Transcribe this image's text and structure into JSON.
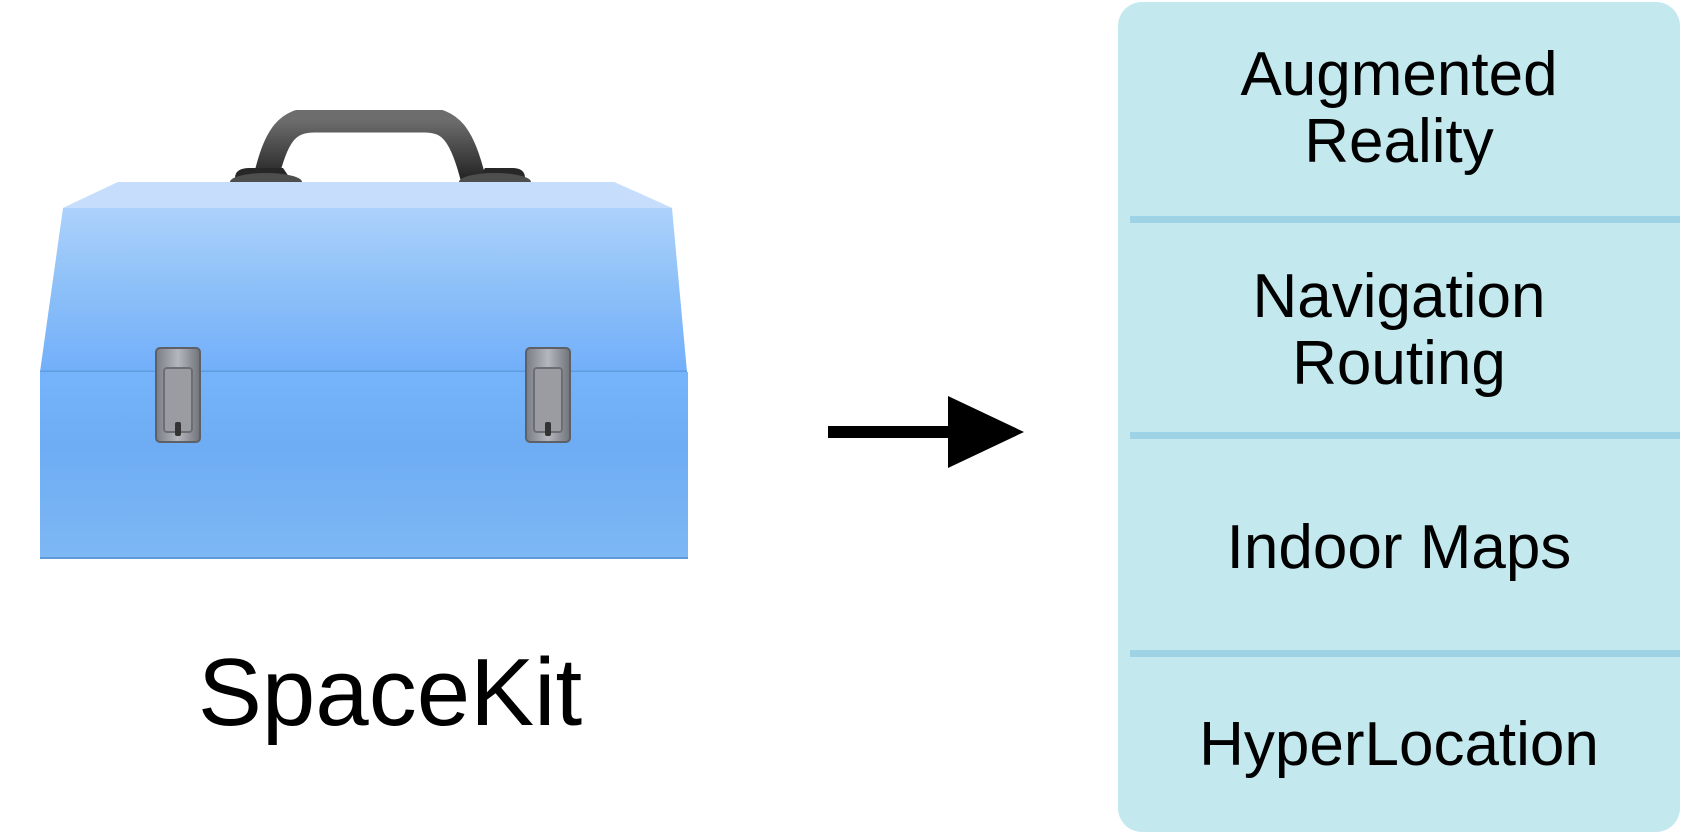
{
  "toolkit": {
    "name": "SpaceKit",
    "icon": "toolbox-icon"
  },
  "connector": {
    "icon": "right-arrow-icon"
  },
  "features": [
    {
      "label": "Augmented\nReality"
    },
    {
      "label": "Navigation\nRouting"
    },
    {
      "label": "Indoor Maps"
    },
    {
      "label": "HyperLocation"
    }
  ],
  "colors": {
    "panel": "#c3e8ed",
    "divider": "#9ed3e6",
    "toolbox_blue": "#6eacf4"
  }
}
